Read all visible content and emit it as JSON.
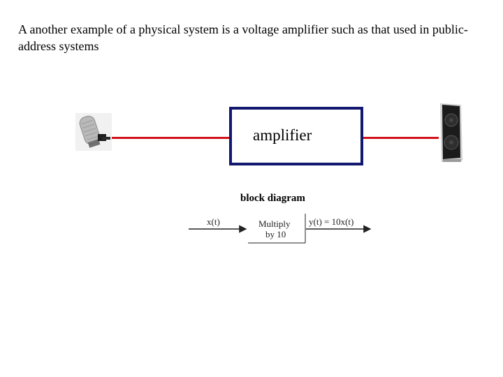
{
  "slide": {
    "text": "A another example of a physical system is a voltage amplifier such as that used in public-address systems"
  },
  "illustration": {
    "amplifier_label": "amplifier",
    "microphone_icon": "microphone-icon",
    "speaker_icon": "speaker-icon",
    "wire_color": "#d0121b",
    "box_color": "#11186e"
  },
  "block_diagram": {
    "caption": "block diagram",
    "input_label": "x(t)",
    "block_line1": "Multiply",
    "block_line2": "by 10",
    "output_label": "y(t) = 10x(t)"
  }
}
